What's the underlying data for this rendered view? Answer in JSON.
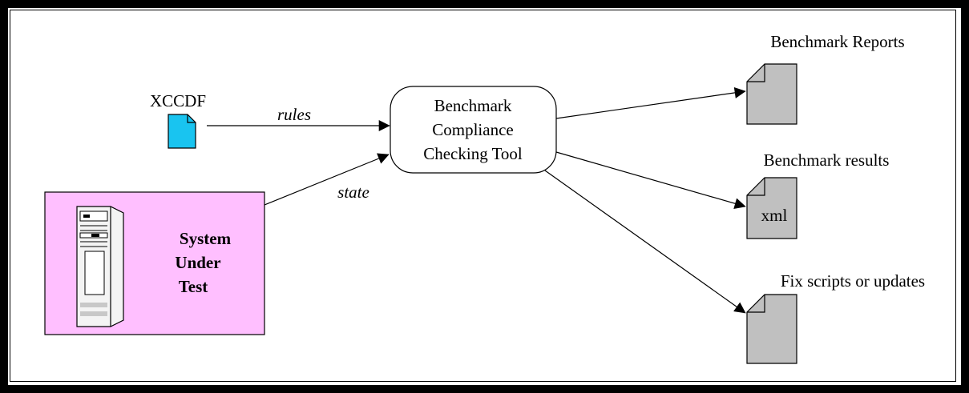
{
  "inputs": {
    "xccdf_label": "XCCDF",
    "rules_label": "rules",
    "state_label": "state",
    "sut": {
      "line1": "System",
      "line2": "Under",
      "line3": "Test"
    }
  },
  "tool": {
    "line1": "Benchmark",
    "line2": "Compliance",
    "line3": "Checking Tool"
  },
  "outputs": {
    "reports_label": "Benchmark Reports",
    "results_label": "Benchmark results",
    "results_doc_text": "xml",
    "fix_label": "Fix scripts or updates"
  },
  "colors": {
    "xccdf_doc": "#19c4f0",
    "sut_box": "#ffbfff",
    "output_doc": "#c0c0c0"
  }
}
